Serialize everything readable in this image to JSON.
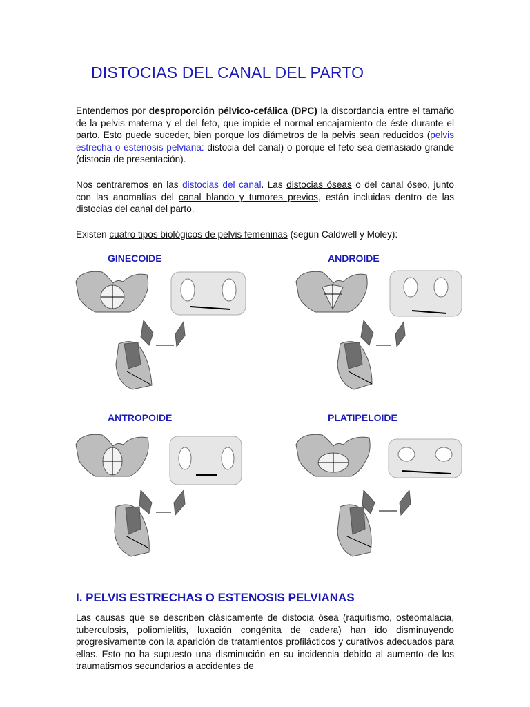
{
  "title": "DISTOCIAS DEL CANAL DEL PARTO",
  "para1": {
    "t1": "Entendemos por ",
    "bold": "desproporción pélvico-cefálica (DPC)",
    "t2": " la discordancia entre el tamaño de la pelvis materna y el del feto, que impide el normal encajamiento de éste durante el parto. Esto puede suceder, bien porque los diámetros de la pelvis sean reducidos (",
    "link": "pelvis estrecha o estenosis pelviana:",
    "t3": " distocia del canal) o porque el feto sea demasiado grande (distocia de presentación)."
  },
  "para2": {
    "t1": "Nos centraremos en las ",
    "link": "distocias del canal",
    "t2": ". Las ",
    "u1": "distocias óseas",
    "t3": " o del canal óseo, junto con las anomalías del ",
    "u2": "canal blando y tumores previos",
    "t4": ", están incluidas dentro de las distocias del canal del parto."
  },
  "para3": {
    "t1": "Existen ",
    "u1": "cuatro tipos biológicos de pelvis femeninas",
    "t2": " (según Caldwell y Moley):"
  },
  "pelvis_types": [
    "GINECOIDE",
    "ANDROIDE",
    "ANTROPOIDE",
    "PLATIPELOIDE"
  ],
  "section_title": "I. PELVIS ESTRECHAS O ESTENOSIS PELVIANAS",
  "para4": "Las causas que se describen clásicamente de distocia ósea (raquitismo, osteomalacia, tuberculosis, poliomielitis, luxación congénita de cadera) han ido disminuyendo progresivamente con la aparición de tratamientos profilácticos y curativos adecuados para ellas. Esto no ha supuesto una disminución en su incidencia debido al aumento de los traumatismos secundarios a accidentes de",
  "colors": {
    "heading": "#1a1ab8",
    "link": "#2a2ae0",
    "bone": "#bdbdbd",
    "bone_dark": "#6e6e6e"
  }
}
